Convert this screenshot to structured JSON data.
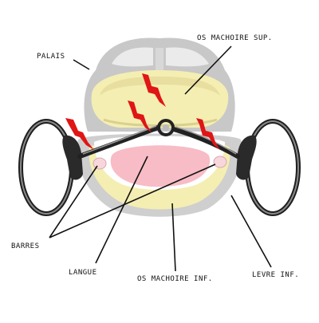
{
  "labels": {
    "palate": "PALAIS",
    "upper_jaw_bone": "OS MACHOIRE SUP.",
    "bars": "BARRES",
    "tongue": "LANGUE",
    "lower_jaw_bone": "OS MACHOIRE INF.",
    "lower_lip": "LEVRE INF."
  },
  "colors": {
    "skull_gray": "#c9c9c9",
    "bone_yellow": "#f5efb0",
    "tongue_pink": "#f6b8c2",
    "bit_metal": "#222222",
    "pain_marker": "#e01515"
  },
  "icons": {
    "pain": "lightning-bolt"
  }
}
